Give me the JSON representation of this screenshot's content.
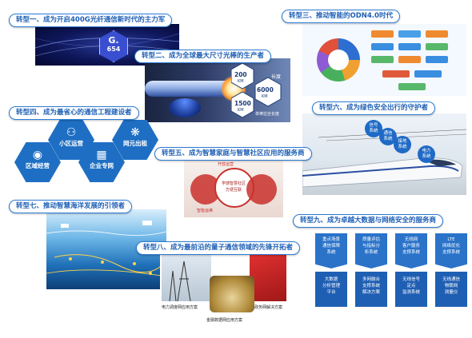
{
  "titles": {
    "t1": "转型一、成为开启400G光纤通信新时代的主力军",
    "t2": "转型二、成为全球最大尺寸光棒的生产者",
    "t3": "转型三、推动智能的ODN4.0时代",
    "t4": "转型四、成为最省心的通信工程建设者",
    "t5": "转型五、成为智慧家庭与智慧社区应用的服务商",
    "t6": "转型六、成为绿色安全出行的守护者",
    "t7": "转型七、推动智慧海洋发展的引领者",
    "t8": "转型八、成为最前沿的量子通信领域的先锋开拓者",
    "t9": "转型九、成为卓越大数据与网络安全的服务商"
  },
  "fiber": {
    "brand": "G.",
    "code": "654"
  },
  "preform": {
    "length_label": "长度",
    "v1": "200",
    "unit1": "KM",
    "v2": "6000",
    "unit2": "KM",
    "v3": "1500",
    "unit3": "KM",
    "caption": "单棒拉丝长度"
  },
  "construction": {
    "hex1": "小区运营",
    "hex2": "网元出租",
    "hex3": "区域经营",
    "hex4": "企业专网"
  },
  "smarthome": {
    "center1": "学感智慧社区",
    "center2": "方便互联",
    "tag1": "开放运营",
    "tag2": "智能运维"
  },
  "rail": {
    "l1": "信号",
    "l2": "系统",
    "l3": "通信",
    "l4": "系统",
    "l5": "接地",
    "l6": "系统",
    "l7": "电力",
    "l8": "系统"
  },
  "quantum": {
    "cap1": "电力调度网应用方案",
    "cap2": "政务网解决方案",
    "cap3": "金融数据网应用方案"
  },
  "bigdata": {
    "columns": [
      {
        "top": "重点场景\n通信保障\n系统",
        "bottom": "大数据\n分析管理\n平台"
      },
      {
        "top": "质量评估\n与指标分\n析系统",
        "bottom": "多网融合\n支撑系统\n解决方案"
      },
      {
        "top": "无线网\n客户服务\n支撑系统",
        "bottom": "无线信号\n定点\n监测系统"
      },
      {
        "top": "LTE\n网络优化\n支撑系统",
        "bottom": "无线通信\n物联网\n测量仪"
      }
    ]
  }
}
